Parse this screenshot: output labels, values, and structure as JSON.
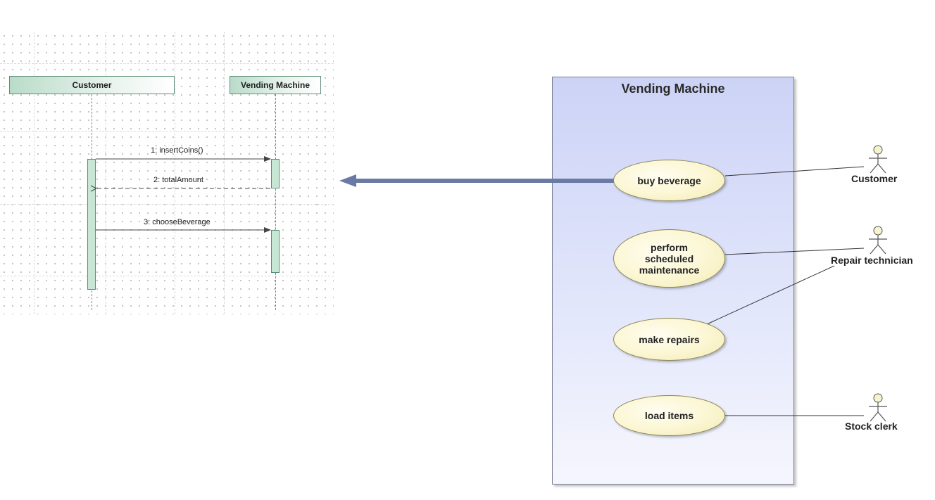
{
  "sequence_diagram": {
    "lifelines": [
      {
        "id": "customer",
        "name": "Customer"
      },
      {
        "id": "vending",
        "name": "Vending Machine"
      }
    ],
    "messages": [
      {
        "label": "1: insertCoins()",
        "from": "Customer",
        "to": "Vending Machine",
        "kind": "synchronous"
      },
      {
        "label": "2: totalAmount",
        "from": "Vending Machine",
        "to": "Customer",
        "kind": "return"
      },
      {
        "label": "3: chooseBeverage",
        "from": "Customer",
        "to": "Vending Machine",
        "kind": "synchronous"
      }
    ]
  },
  "use_case_diagram": {
    "system_name": "Vending Machine",
    "use_cases": [
      {
        "id": "buy",
        "label": "buy beverage"
      },
      {
        "id": "maint",
        "label": "perform\nscheduled\nmaintenance"
      },
      {
        "id": "repairs",
        "label": "make repairs"
      },
      {
        "id": "load",
        "label": "load items"
      }
    ],
    "actors": [
      {
        "id": "customer",
        "name": "Customer"
      },
      {
        "id": "tech",
        "name": "Repair technician"
      },
      {
        "id": "clerk",
        "name": "Stock clerk"
      }
    ],
    "associations": [
      {
        "actor": "Customer",
        "use_case": "buy beverage"
      },
      {
        "actor": "Repair technician",
        "use_case": "perform scheduled maintenance"
      },
      {
        "actor": "Repair technician",
        "use_case": "make repairs"
      },
      {
        "actor": "Stock clerk",
        "use_case": "load items"
      }
    ]
  },
  "colors": {
    "lifeline_fill": "#c7e7d4",
    "system_fill": "#ccd3f6",
    "use_case_fill": "#fbf6d2",
    "connector_arrow": "#6b7aa5"
  }
}
